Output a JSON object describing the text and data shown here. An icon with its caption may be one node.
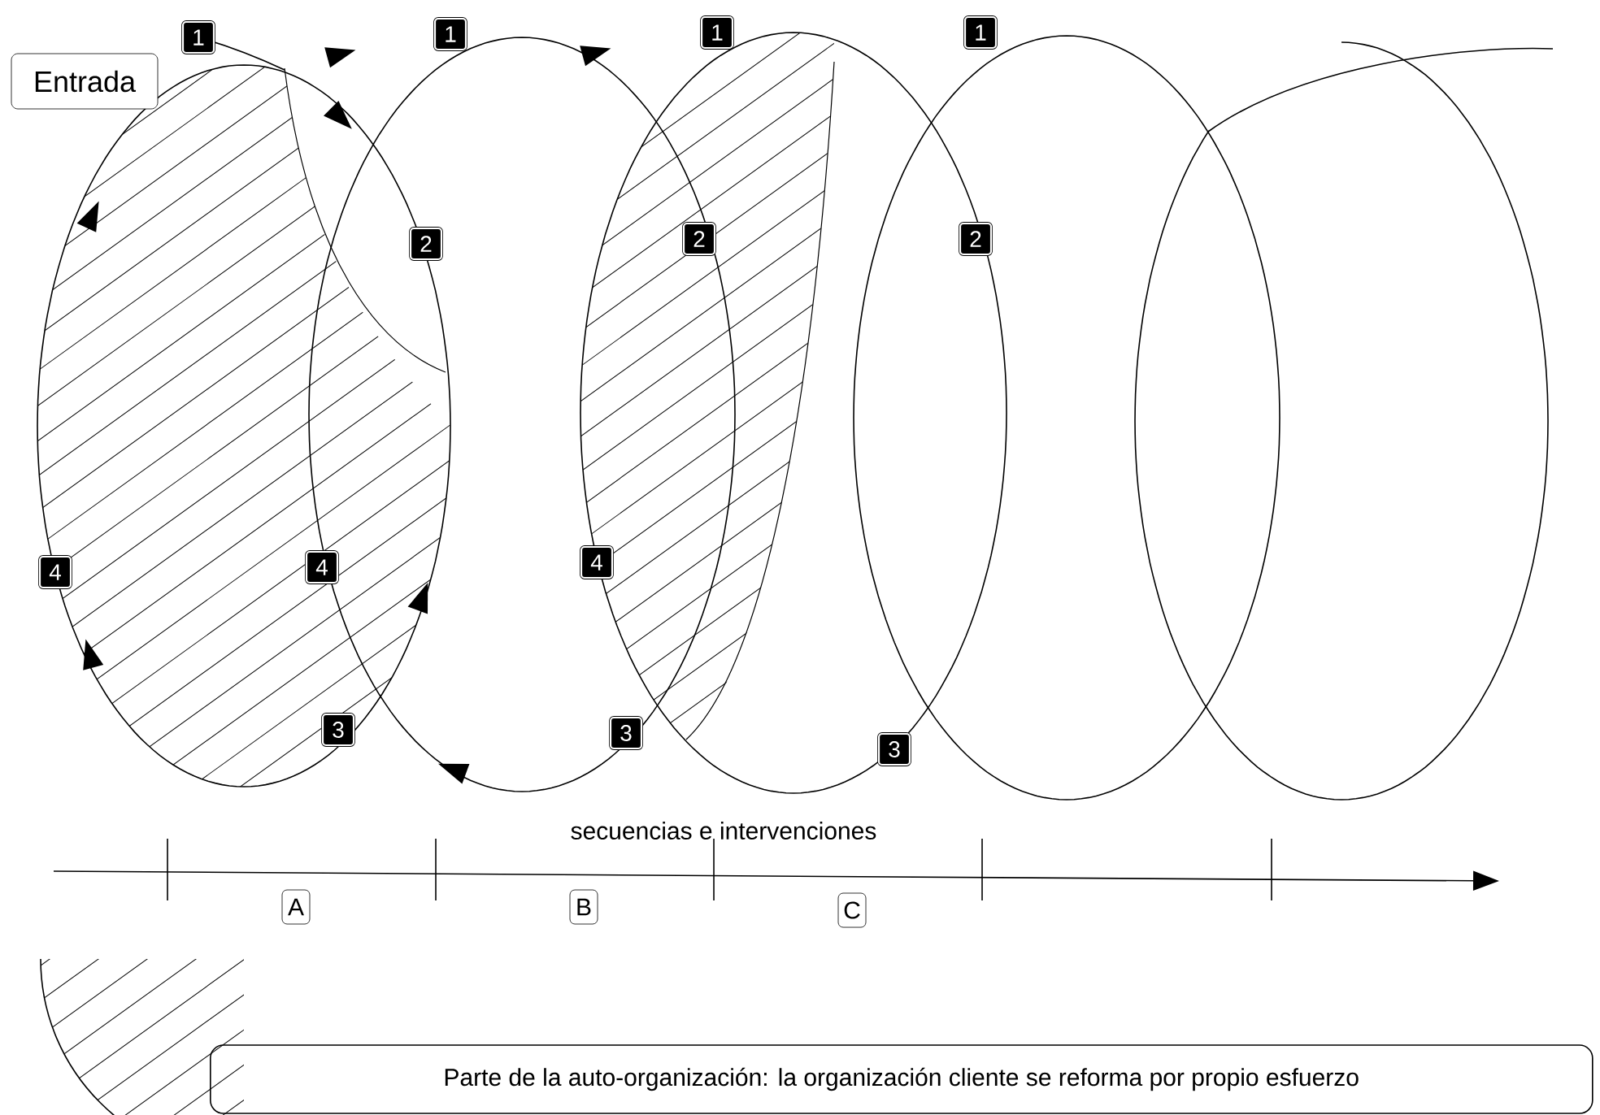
{
  "diagram": {
    "nodes": [
      {
        "text": [
          "Entrada"
        ]
      },
      {
        "text": [
          "1"
        ]
      },
      {
        "text": [
          "1"
        ]
      },
      {
        "text": [
          "1"
        ]
      },
      {
        "text": [
          "1"
        ]
      },
      {
        "text": [
          "2"
        ]
      },
      {
        "text": [
          "2"
        ]
      },
      {
        "text": [
          "2"
        ]
      },
      {
        "text": [
          "4"
        ]
      },
      {
        "text": [
          "4"
        ]
      },
      {
        "text": [
          "4"
        ]
      },
      {
        "text": [
          "3"
        ]
      },
      {
        "text": [
          "3"
        ]
      },
      {
        "text": [
          "3"
        ]
      },
      {
        "text": [
          "A"
        ]
      },
      {
        "text": [
          "B"
        ]
      },
      {
        "text": [
          "C"
        ]
      }
    ],
    "labels": [
      "secuencias e intervenciones"
    ],
    "legend": [
      {
        "text": "Parte de la auto-organización: la organización cliente se reforma por propio esfuerzo"
      }
    ]
  }
}
